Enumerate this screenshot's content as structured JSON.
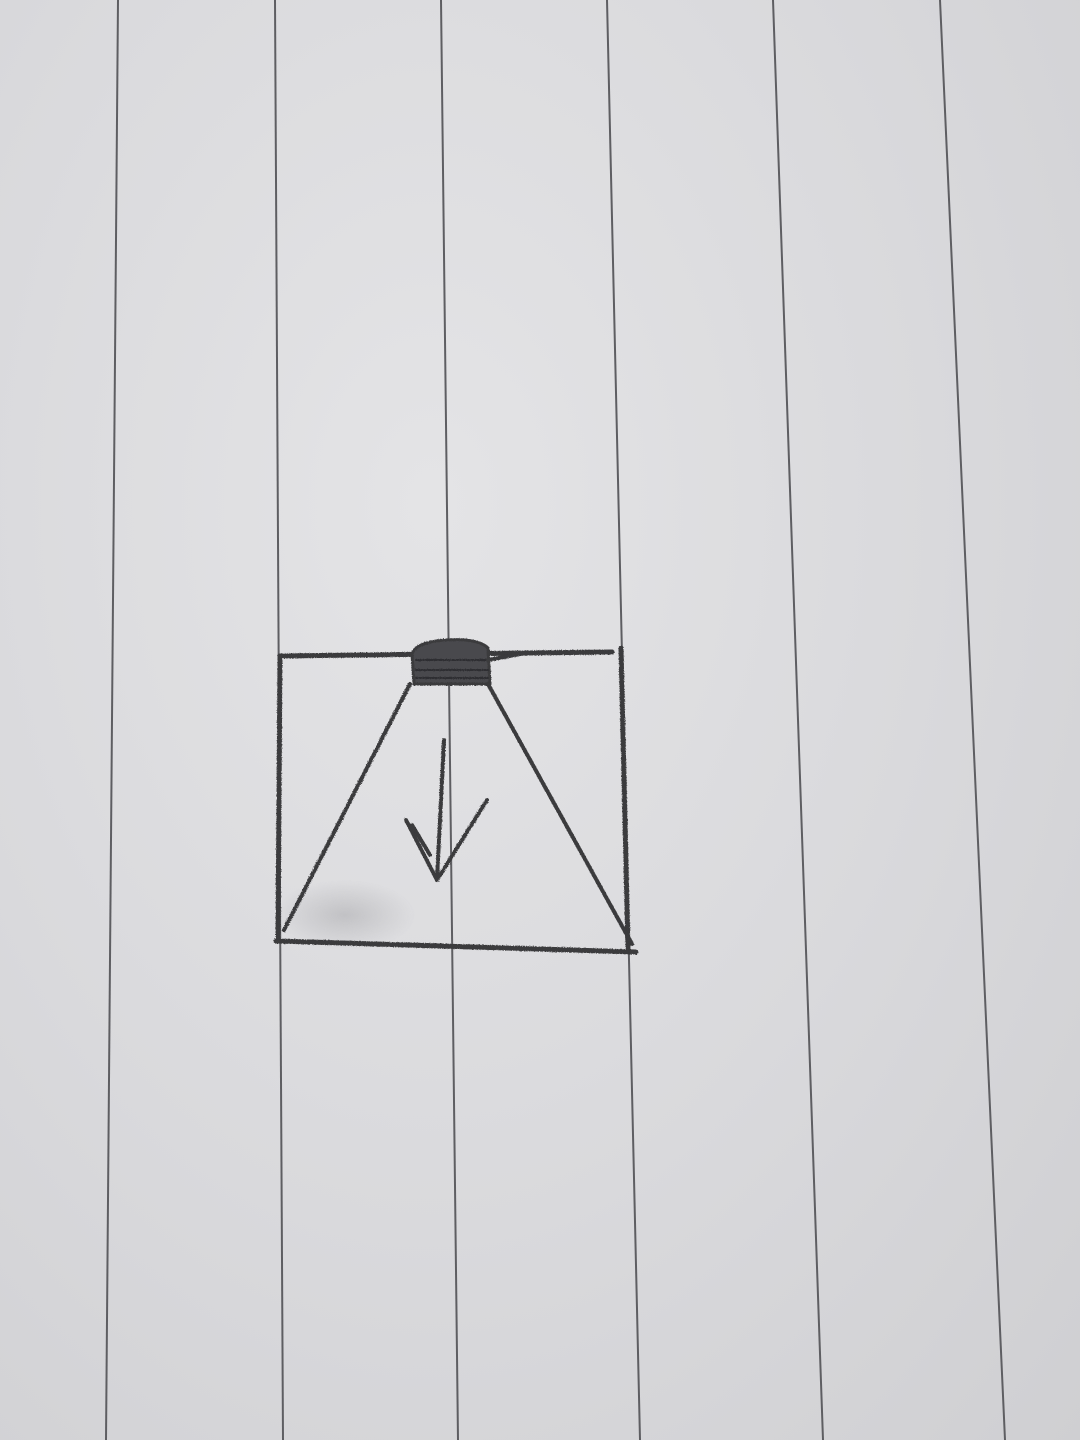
{
  "paper": {
    "background_color": "#dcdcdf",
    "rule_line_color": "#5a5a5e",
    "rule_line_count": 6
  },
  "sketch": {
    "pencil_color": "#3a3a3c",
    "parts": [
      "square-frame",
      "shaded-block-top",
      "left-slanted-line",
      "right-slanted-line",
      "down-arrow"
    ],
    "arrow_direction": "down",
    "texts": []
  }
}
